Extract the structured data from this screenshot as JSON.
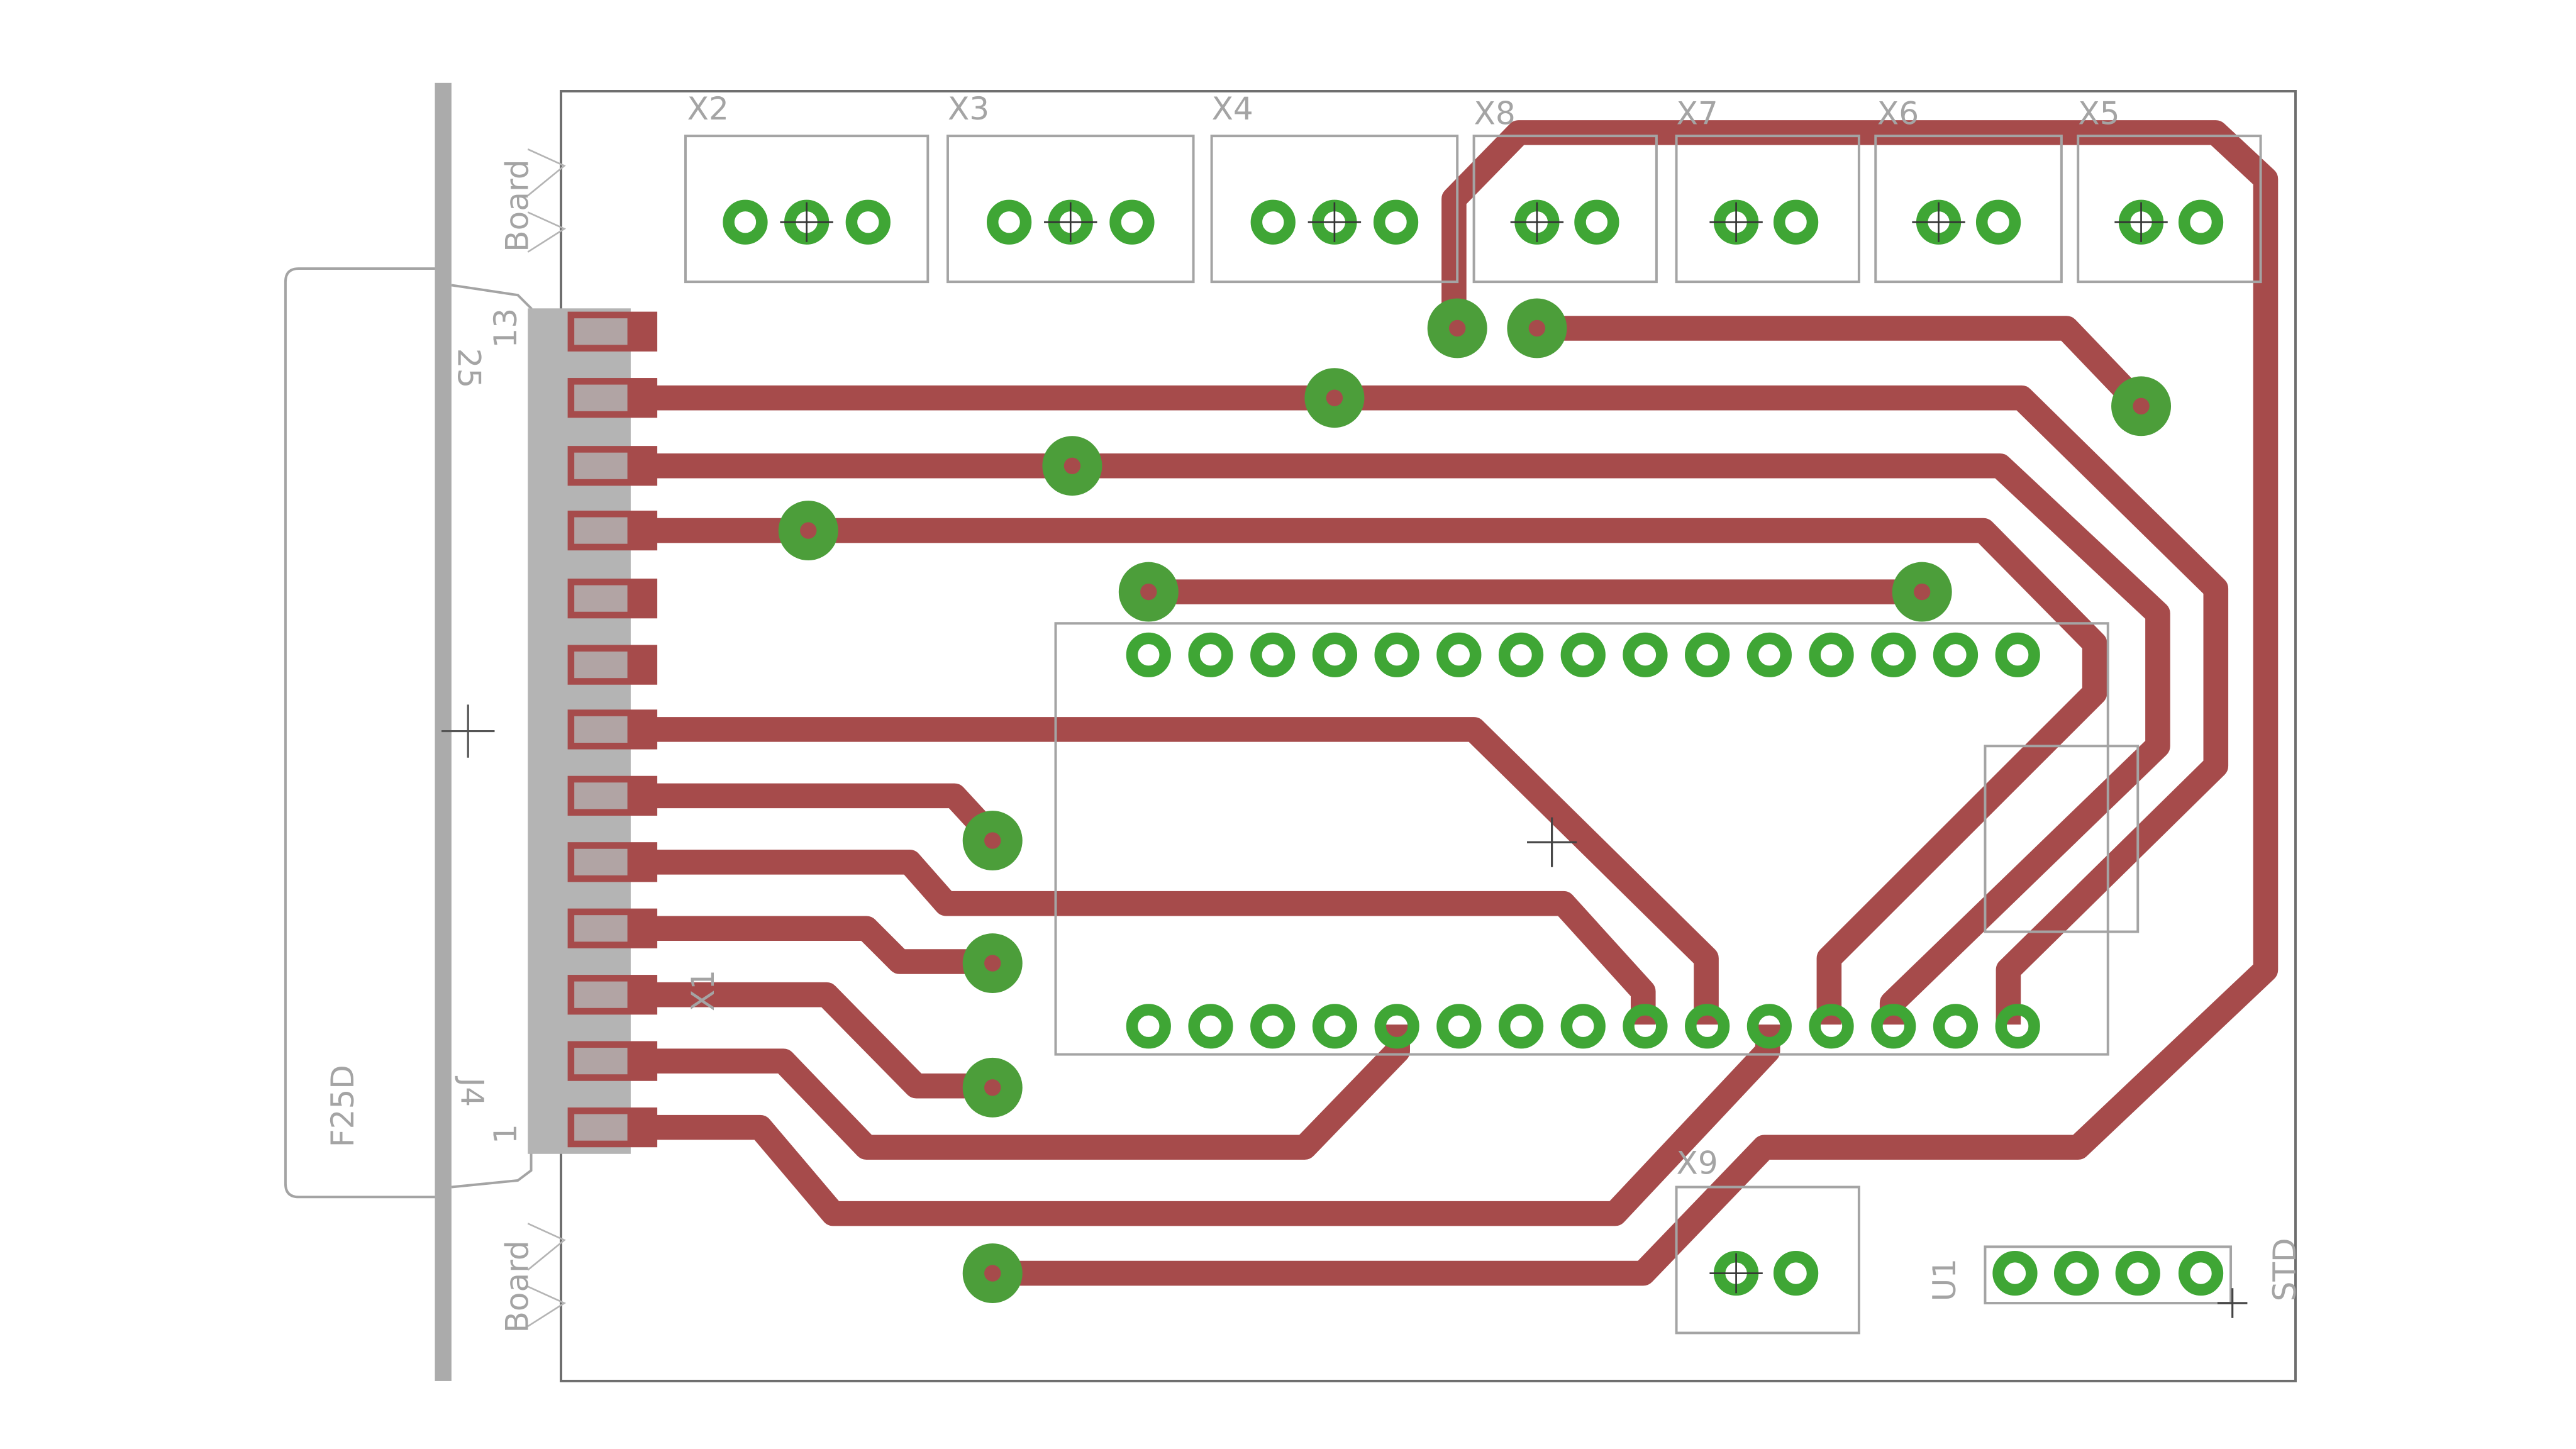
{
  "layout_view": "PCB board layout",
  "colors": {
    "background": "#ffffff",
    "outline": "#a4a4a4",
    "trace": "#a64b4b",
    "via": "#4c9e3a",
    "pad": "#3fa635",
    "connector_bar": "#b4b4b4"
  },
  "labels": {
    "x2": "X2",
    "x3": "X3",
    "x4": "X4",
    "x8": "X8",
    "x7": "X7",
    "x6": "X6",
    "x5": "X5",
    "x9": "X9",
    "x1": "X1",
    "u1": "U1",
    "std": "STD",
    "board_top": "Board",
    "board_bottom": "Board",
    "pin_13": "13",
    "pin_1": "1",
    "j4": "J4",
    "j25": "25",
    "f25d": "F25D"
  },
  "components": [
    {
      "ref": "X2",
      "type": "terminal",
      "pins": 3
    },
    {
      "ref": "X3",
      "type": "terminal",
      "pins": 3
    },
    {
      "ref": "X4",
      "type": "terminal",
      "pins": 3
    },
    {
      "ref": "X8",
      "type": "terminal",
      "pins": 2
    },
    {
      "ref": "X7",
      "type": "terminal",
      "pins": 2
    },
    {
      "ref": "X6",
      "type": "terminal",
      "pins": 2
    },
    {
      "ref": "X5",
      "type": "terminal",
      "pins": 2
    },
    {
      "ref": "X9",
      "type": "terminal",
      "pins": 2
    },
    {
      "ref": "X1",
      "type": "DIP",
      "pins_per_row": 15
    },
    {
      "ref": "U1",
      "type": "header",
      "pins": 4
    },
    {
      "ref": "F25D",
      "type": "D-sub connector",
      "pins": 25
    }
  ]
}
